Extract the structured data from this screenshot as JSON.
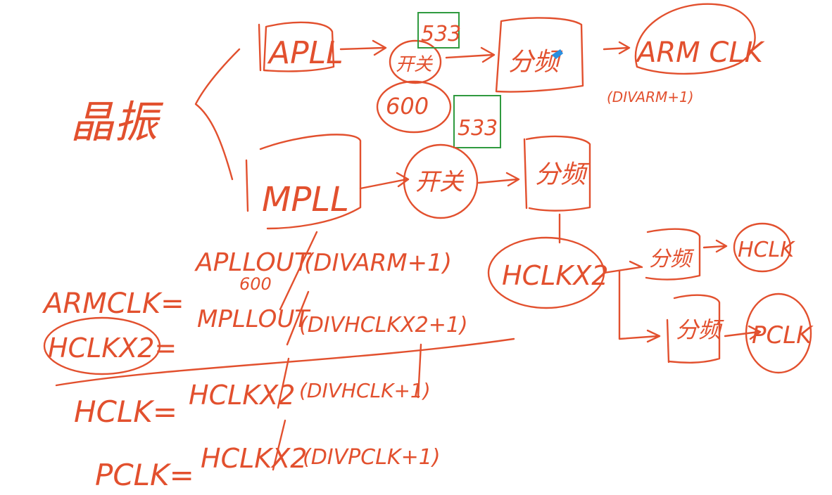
{
  "colors": {
    "ink": "#e2502e",
    "highlight": "#2f9a3f",
    "cursor": "#2b8fe0",
    "background": "#ffffff"
  },
  "source": {
    "label": "晶振"
  },
  "apll": {
    "label": "APLL"
  },
  "mpll": {
    "label": "MPLL"
  },
  "mux_top": {
    "label": "开关"
  },
  "mux_mid": {
    "label": "开关"
  },
  "freq_600": "600",
  "freq_533": "533",
  "freq_533_b": "533",
  "div_arm": {
    "label": "分频"
  },
  "div_hclkx2": {
    "label": "分频"
  },
  "div_hclk": {
    "label": "分频"
  },
  "div_pclk": {
    "label": "分频"
  },
  "armclk_out": {
    "label": "ARM CLK",
    "note": "(DIVARM+1)"
  },
  "hclkx2_node": {
    "label": "HCLKX2"
  },
  "hclk_out": {
    "label": "HCLK"
  },
  "pclk_out": {
    "label": "PCLK"
  },
  "formulas": {
    "armclk": {
      "lhs": "ARMCLK=",
      "num_top": "APLLOUT",
      "num_bottom": "600",
      "den": "(DIVARM+1)"
    },
    "hclkx2": {
      "lhs": "HCLKX2=",
      "num": "MPLLOUT",
      "den": "(DIVHCLKX2+1)"
    },
    "hclk": {
      "lhs": "HCLK=",
      "num": "HCLKX2",
      "den": "(DIVHCLK+1)"
    },
    "pclk": {
      "lhs": "PCLK=",
      "num": "HCLKX2",
      "den": "(DIVPCLK+1)"
    }
  }
}
